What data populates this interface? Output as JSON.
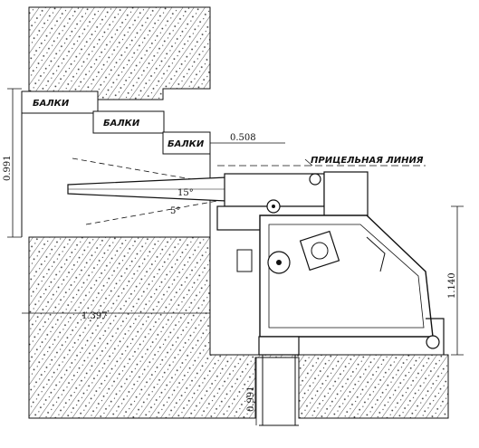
{
  "labels": {
    "beam_1": "БАЛКИ",
    "beam_2": "БАЛКИ",
    "beam_3": "БАЛКИ",
    "sight_line": "ПРИЦЕЛЬНАЯ ЛИНИЯ",
    "angle_elevation": "15°",
    "angle_depression": "5°"
  },
  "dimensions": {
    "embrasure_height": "0.991",
    "beam_offset": "0.508",
    "wall_thickness": "1.397",
    "axis_height": "1.140",
    "pedestal_depth": "0.991"
  }
}
